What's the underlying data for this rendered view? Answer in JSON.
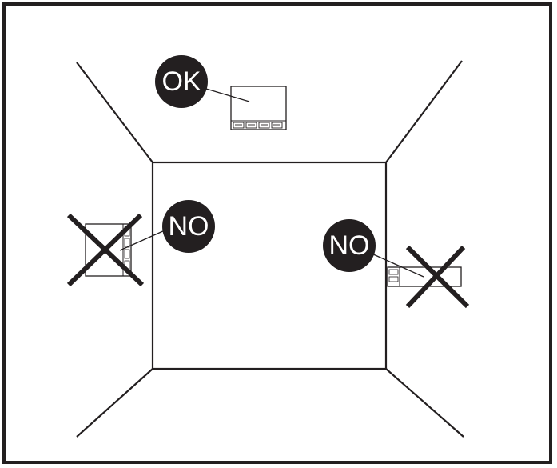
{
  "labels": {
    "ceiling_ok": "OK",
    "left_wall_no": "NO",
    "right_wall_no": "NO"
  },
  "colors": {
    "ink": "#231f20",
    "background": "#ffffff",
    "badge_text": "#ffffff"
  },
  "icons": {
    "ceiling_unit": "ceiling-mounted-unit-icon",
    "left_wall_unit": "wall-mounted-unit-icon",
    "right_wall_unit": "wall-mounted-unit-icon",
    "reject_mark": "cross-icon"
  }
}
